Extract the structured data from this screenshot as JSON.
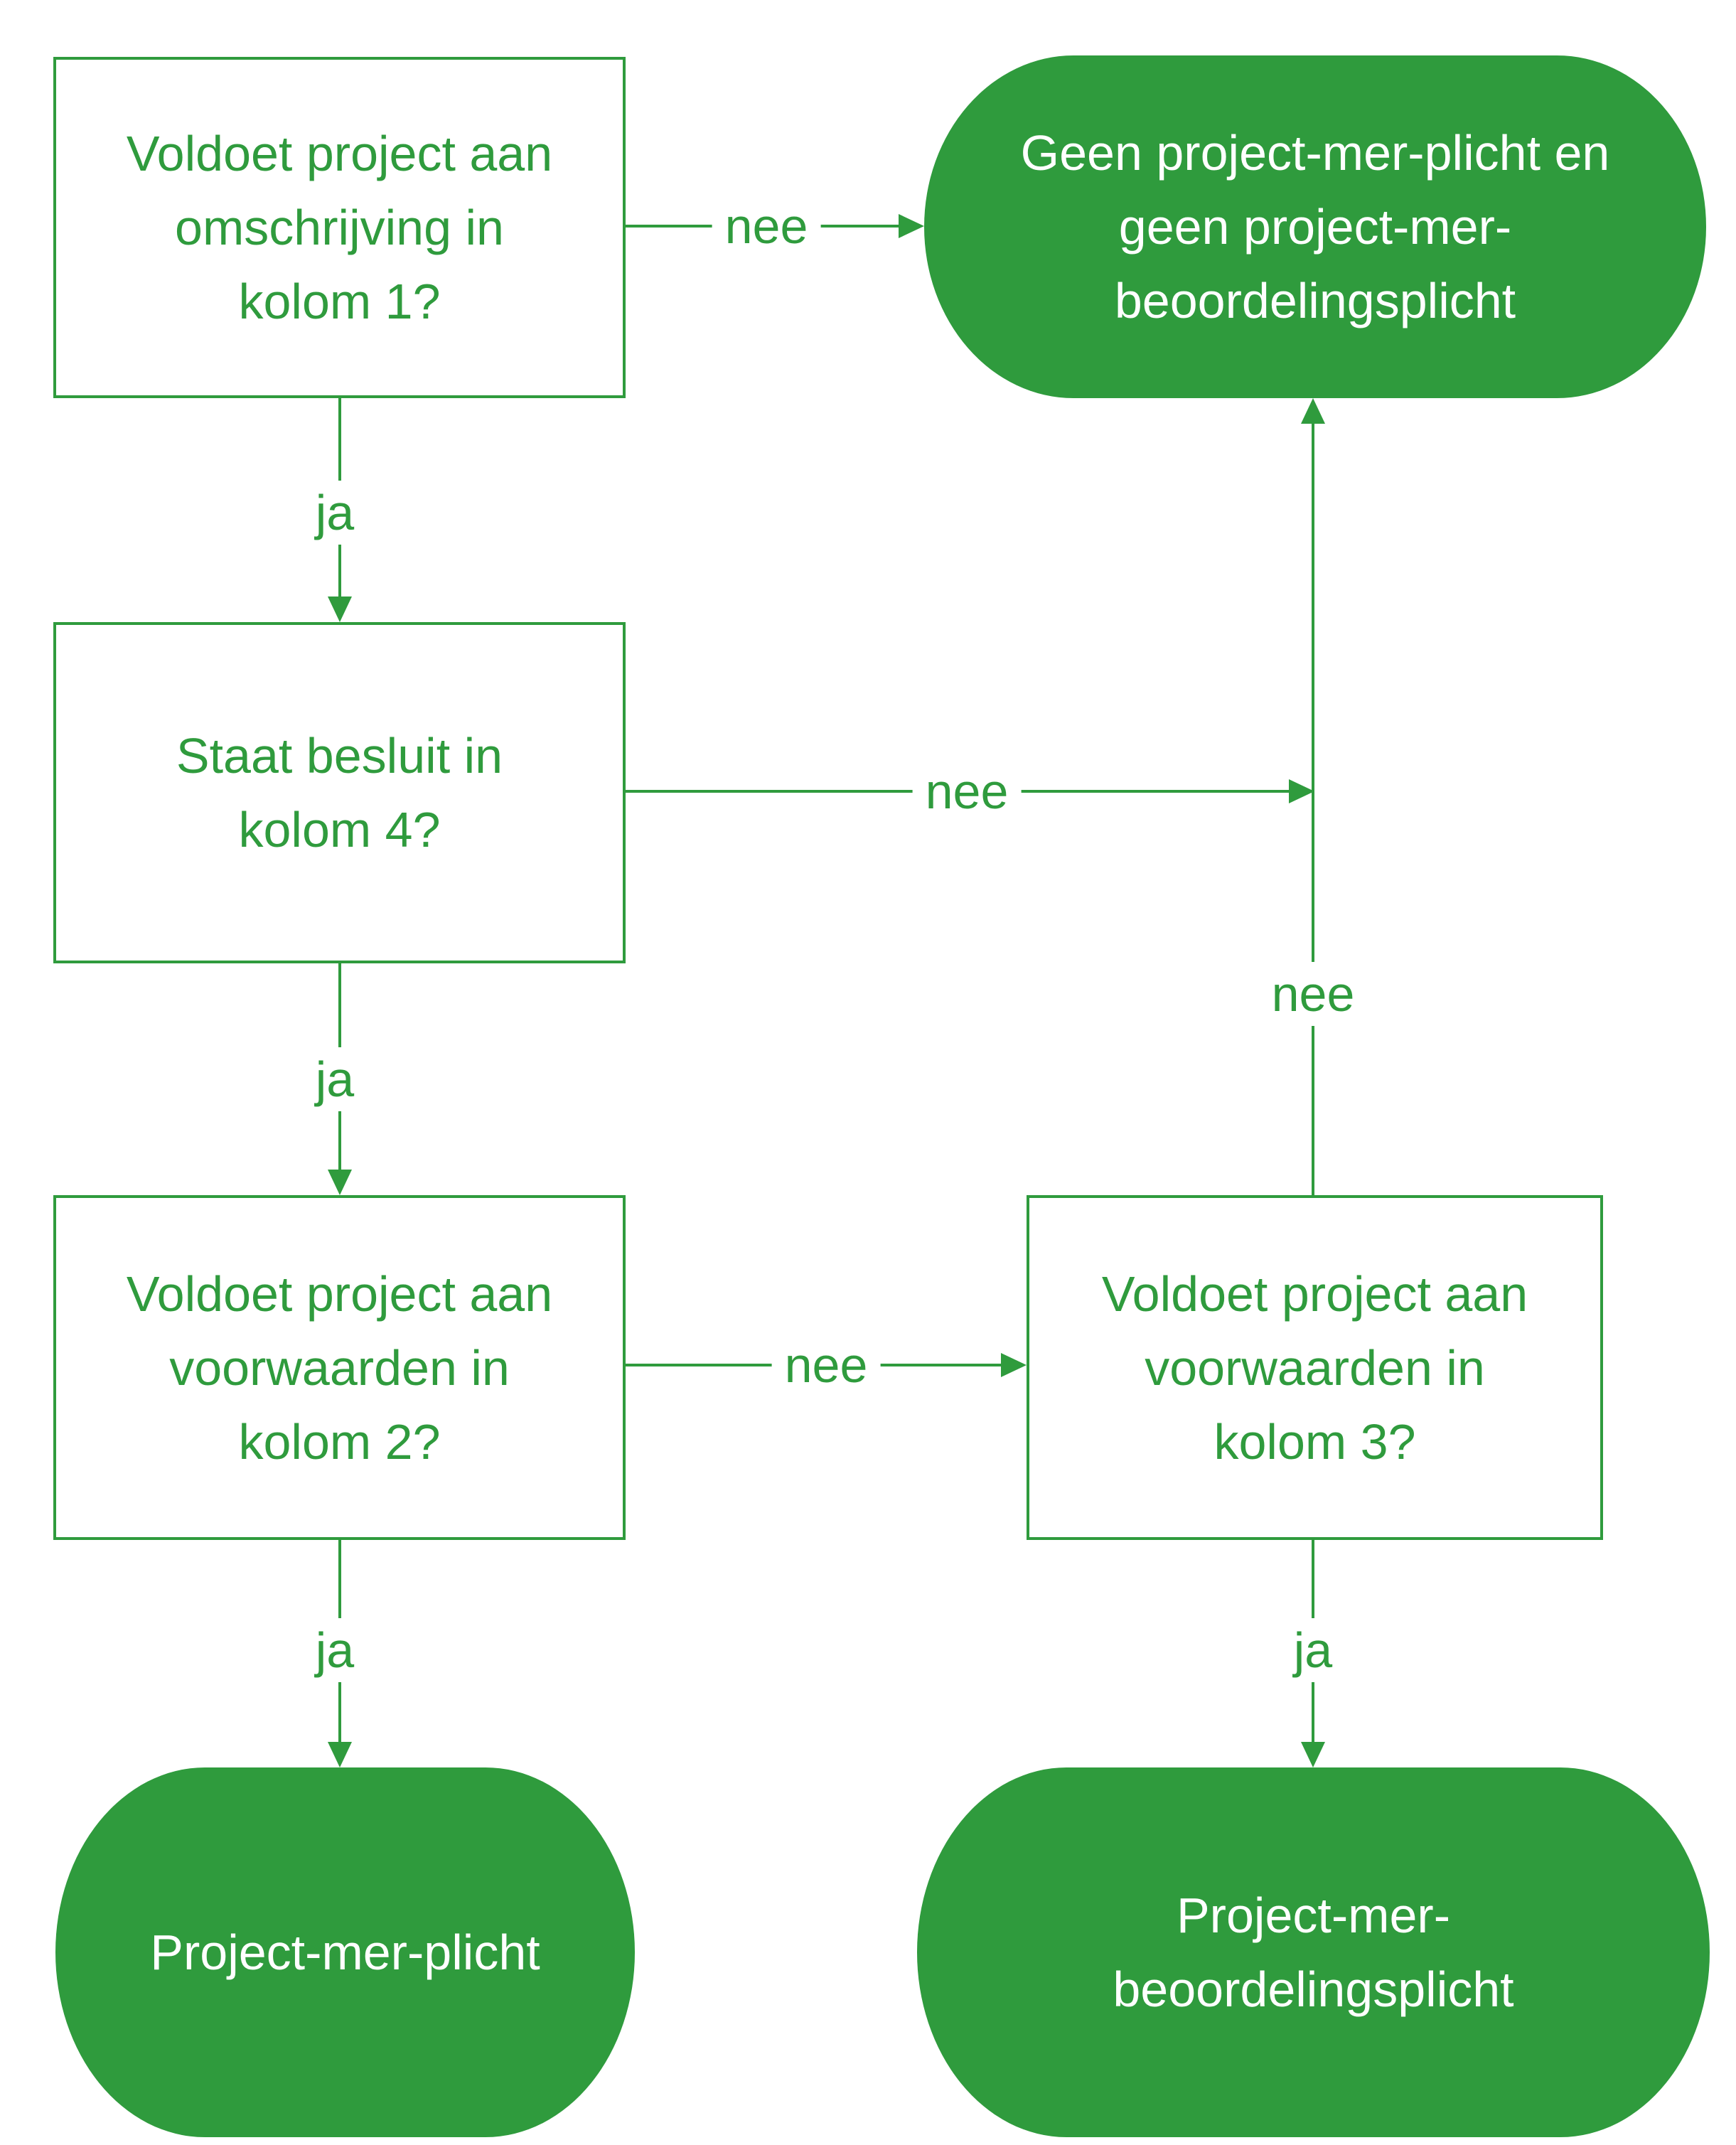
{
  "diagram": {
    "description": "Flowchart project-mer-plicht / project-mer-beoordelingsplicht",
    "colors": {
      "green": "#2f9b3d",
      "on-green": "#ffffff",
      "bg": "#ffffff"
    },
    "nodes": {
      "q1": {
        "type": "decision",
        "label": "Voldoet project aan\nomschrijving in\nkolom 1?"
      },
      "geen": {
        "type": "terminator",
        "label": "Geen project-mer-plicht en\ngeen project-mer-\nbeoordelingsplicht"
      },
      "q4": {
        "type": "decision",
        "label": "Staat besluit in\nkolom 4?"
      },
      "q2": {
        "type": "decision",
        "label": "Voldoet project aan\nvoorwaarden in\nkolom 2?"
      },
      "q3": {
        "type": "decision",
        "label": "Voldoet project aan\nvoorwaarden in\nkolom 3?"
      },
      "plicht": {
        "type": "terminator",
        "label": "Project-mer-plicht"
      },
      "beoordeling": {
        "type": "terminator",
        "label": "Project-mer-\nbeoordelingsplicht"
      }
    },
    "edges": {
      "q1_to_geen": {
        "label": "nee"
      },
      "q1_to_q4": {
        "label": "ja"
      },
      "q4_to_junction": {
        "label": "nee"
      },
      "q3_to_geen": {
        "label": "nee"
      },
      "q4_to_q2": {
        "label": "ja"
      },
      "q2_to_q3": {
        "label": "nee"
      },
      "q2_to_plicht": {
        "label": "ja"
      },
      "q3_to_beoordeling": {
        "label": "ja"
      }
    }
  }
}
